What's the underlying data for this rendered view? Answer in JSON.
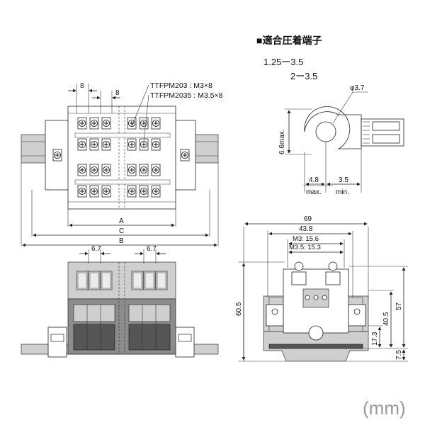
{
  "terminal_section": {
    "title": "■適合圧着端子",
    "sizes": [
      "1.25ー3.5",
      "2ー3.5"
    ],
    "hole_diameter": "φ3.7",
    "width": "6.6max.",
    "barrel": "4.8",
    "barrel_note": "max.",
    "tongue": "3.5",
    "tongue_note": "min."
  },
  "top_view": {
    "pitch_left": "8",
    "pitch_right": "8",
    "model_1": "TTFPM203 : M3×8",
    "model_2": "TTFPM2035 : M3.5×8",
    "dim_a": "A",
    "dim_c": "C",
    "dim_b": "B"
  },
  "front_view": {
    "pitch_left": "6.7",
    "pitch_right": "6.7"
  },
  "side_view": {
    "width_total": "69",
    "width_43": "43.8",
    "screw_m3": "M3: 15.6",
    "screw_m35": "M3.5: 15.3",
    "height_total": "60.5",
    "height_57": "57",
    "height_40": "40.5",
    "height_17": "17.3",
    "height_7": "7.5"
  },
  "unit_label": "(mm)"
}
